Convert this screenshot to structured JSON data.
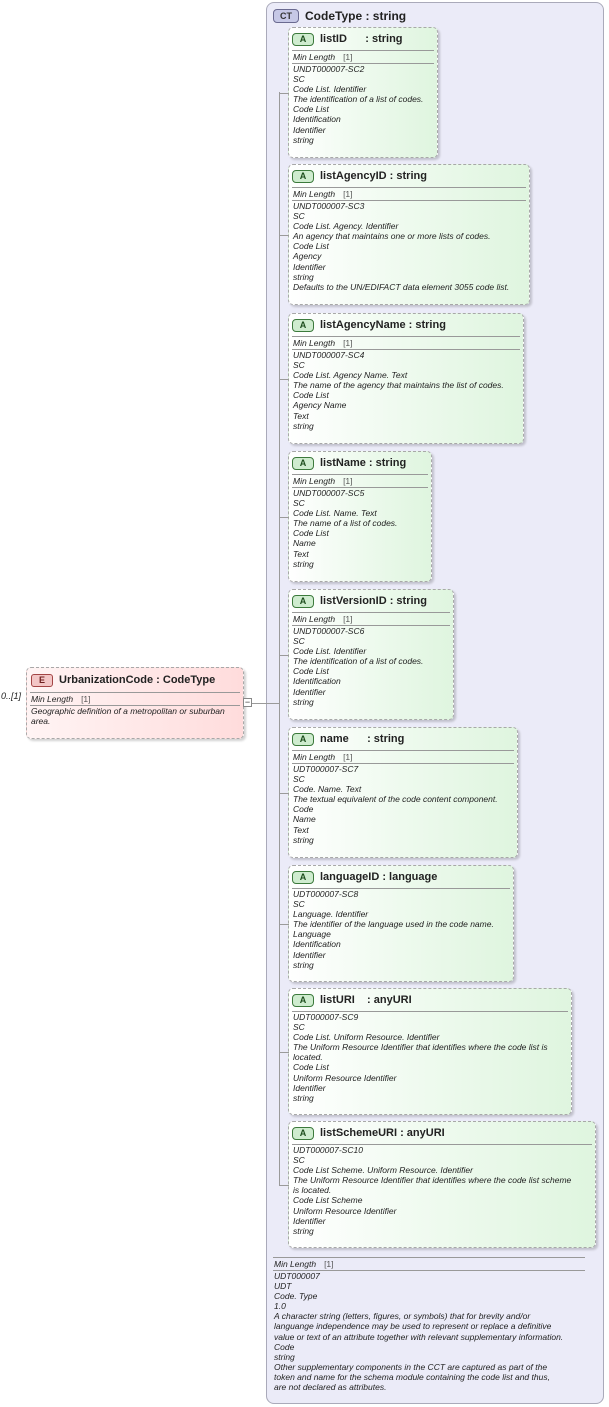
{
  "code_type": {
    "badge": "CT",
    "title": "CodeType : string",
    "facet_label": "Min Length",
    "facet_value": "[1]",
    "doc_lines": [
      "UDT000007",
      "UDT",
      "Code. Type",
      "1.0",
      "A character string (letters, figures, or symbols) that for brevity and/or",
      "languange independence may be used to represent or replace a definitive",
      "value or text of an attribute together with relevant supplementary information.",
      "Code",
      "string",
      "Other supplementary components in the CCT are captured as part of the",
      "token and name for the schema module containing the code list and thus,",
      "are not declared as attributes."
    ]
  },
  "element": {
    "badge": "E",
    "title": "UrbanizationCode : CodeType",
    "multiplicity": "0..[1]",
    "facet_label": "Min Length",
    "facet_value": "[1]",
    "doc_lines": [
      "Geographic definition of a metropolitan or suburban",
      "area."
    ]
  },
  "attributes": [
    {
      "badge": "A",
      "title": "listID      : string",
      "facet_label": "Min Length",
      "facet_value": "[1]",
      "doc_lines": [
        "UNDT000007-SC2",
        "SC",
        "Code List. Identifier",
        "The identification of a list of codes.",
        "Code List",
        "Identification",
        "Identifier",
        "string"
      ]
    },
    {
      "badge": "A",
      "title": "listAgencyID : string",
      "facet_label": "Min Length",
      "facet_value": "[1]",
      "doc_lines": [
        "UNDT000007-SC3",
        "SC",
        "Code List. Agency. Identifier",
        "An agency that maintains one or more lists of codes.",
        "Code List",
        "Agency",
        "Identifier",
        "string",
        "Defaults to the UN/EDIFACT data element 3055 code list."
      ]
    },
    {
      "badge": "A",
      "title": "listAgencyName : string",
      "facet_label": "Min Length",
      "facet_value": "[1]",
      "doc_lines": [
        "UNDT000007-SC4",
        "SC",
        "Code List. Agency Name. Text",
        "The name of the agency that maintains the list of codes.",
        "Code List",
        "Agency Name",
        "Text",
        "string"
      ]
    },
    {
      "badge": "A",
      "title": "listName : string",
      "facet_label": "Min Length",
      "facet_value": "[1]",
      "doc_lines": [
        "UNDT000007-SC5",
        "SC",
        "Code List. Name. Text",
        "The name of a list of codes.",
        "Code List",
        "Name",
        "Text",
        "string"
      ]
    },
    {
      "badge": "A",
      "title": "listVersionID : string",
      "facet_label": "Min Length",
      "facet_value": "[1]",
      "doc_lines": [
        "UNDT000007-SC6",
        "SC",
        "Code List. Identifier",
        "The identification of a list of codes.",
        "Code List",
        "Identification",
        "Identifier",
        "string"
      ]
    },
    {
      "badge": "A",
      "title": "name      : string",
      "facet_label": "Min Length",
      "facet_value": "[1]",
      "doc_lines": [
        "UDT000007-SC7",
        "SC",
        "Code. Name. Text",
        "The textual equivalent of the code content component.",
        "Code",
        "Name",
        "Text",
        "string"
      ]
    },
    {
      "badge": "A",
      "title": "languageID : language",
      "doc_lines": [
        "UDT000007-SC8",
        "SC",
        "Language. Identifier",
        "The identifier of the language used in the code name.",
        "Language",
        "Identification",
        "Identifier",
        "string"
      ]
    },
    {
      "badge": "A",
      "title": "listURI    : anyURI",
      "doc_lines": [
        "UDT000007-SC9",
        "SC",
        "Code List. Uniform Resource. Identifier",
        "The Uniform Resource Identifier that identifies where the code list is",
        "located.",
        "Code List",
        "Uniform Resource Identifier",
        "Identifier",
        "string"
      ]
    },
    {
      "badge": "A",
      "title": "listSchemeURI : anyURI",
      "doc_lines": [
        "UDT000007-SC10",
        "SC",
        "Code List Scheme. Uniform Resource. Identifier",
        "The Uniform Resource Identifier that identifies where the code list scheme",
        "is located.",
        "Code List Scheme",
        "Uniform Resource Identifier",
        "Identifier",
        "string"
      ]
    }
  ]
}
